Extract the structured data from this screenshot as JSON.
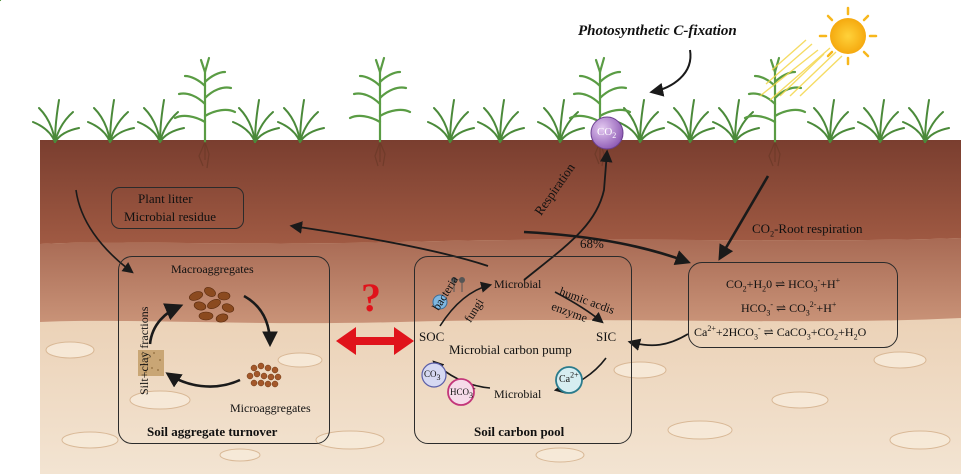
{
  "title": "Photosynthetic C-fixation",
  "colors": {
    "topsoil": "#8a4b3a",
    "subsoil": "#b07a64",
    "deep_soil": "#d9b08f",
    "grass": "#4b8a3a",
    "sun": "#f7b71c",
    "co2_bubble": "#9b6cc0",
    "accent_red": "#e0131b"
  },
  "labels": {
    "co2": "CO",
    "co2_sub": "2",
    "plant_litter": "Plant litter",
    "microbial_residue": "Microbial residue",
    "respiration": "Respiration",
    "percent": "68%",
    "root_resp_pre": "CO",
    "root_resp_sub": "2",
    "root_resp_post": "-Root respiration",
    "question": "?"
  },
  "aggregate_box": {
    "title": "Soil aggregate turnover",
    "macro": "Macroaggregates",
    "micro": "Microaggregates",
    "silt": "Silt+clay fractions"
  },
  "carbon_pool": {
    "title": "Soil carbon pool",
    "bacteria": "bacteria",
    "fungi": "fungi",
    "microbial_top": "Microbial",
    "microbial_bottom": "Microbial",
    "humic": "humic acdis",
    "enzyme": "enzyme",
    "soc": "SOC",
    "sic": "SIC",
    "pump": "Microbial carbon pump",
    "co3_ion": "CO",
    "hco3_ion": "HCO",
    "ca_ion": "Ca"
  },
  "equations": [
    {
      "a": "CO",
      "a_sub": "2",
      "b": "+H",
      "b_sub": "2",
      "c": "0",
      "arrow": "⇌",
      "d": "HCO",
      "d_sub": "3",
      "d_sup": "-",
      "e": "+H",
      "e_sup": "+"
    },
    {
      "a": "HCO",
      "a_sub": "3",
      "a_sup": "-",
      "arrow": "⇌",
      "d": "CO",
      "d_sub": "3",
      "d_sup": "2-",
      "e": "+H",
      "e_sup": "+"
    },
    {
      "a": "Ca",
      "a_sup": "2+",
      "b": "+2HCO",
      "b_sub": "3",
      "b_sup": "-",
      "arrow": "⇌",
      "d": "CaCO",
      "d_sub": "3",
      "e": "+CO",
      "e_sub": "2",
      "f": "+H",
      "f_sub": "2",
      "g": "O"
    }
  ]
}
